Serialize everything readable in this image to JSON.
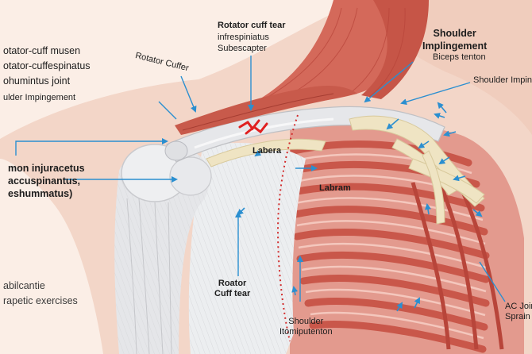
{
  "labels": {
    "rotator_cuff_musen": "otator-cuff musen",
    "rotator_cuffespinatus": "otator-cuffespinatus",
    "humintus_joint": "ohumintus joint",
    "shoulder_impingement_left": "ulder Impingement",
    "rotator_cuffer": "Rotator Cuffer",
    "rotator_cuff_tear_top": "Rotator cuff tear",
    "infrespiniatus": "infrespiniatus",
    "subescapter": "Subescapter",
    "shoulder_implingement": "Shoulder\nImplingement",
    "biceps_tenton": "Biceps tenton",
    "shoulder_imping_right": "Shoulder Imping",
    "mon_injuracetus": "mon injuracetus",
    "accuspinantus": "accuspinantus,",
    "eshummatus": "eshummatus)",
    "labera": "Labera",
    "labram": "Labram",
    "abilcantie": "abilcantie",
    "rapetic_exercises": "rapetic exercises",
    "roator_cuff_tear": "Roator\nCuff tear",
    "shoulder_itomiputenton": "Shoulder\nItomiputenton",
    "ac_joint_sprain": "AC Joir\nSprain"
  },
  "colors": {
    "background": "#fbeee6",
    "skin": "#f3d6c8",
    "bone": "#e9eaec",
    "muscle": "#d4695a",
    "muscle_dark": "#b8453a",
    "tendon": "#efe4c3",
    "arrow": "#2b8fd0",
    "tear": "#e02020"
  }
}
